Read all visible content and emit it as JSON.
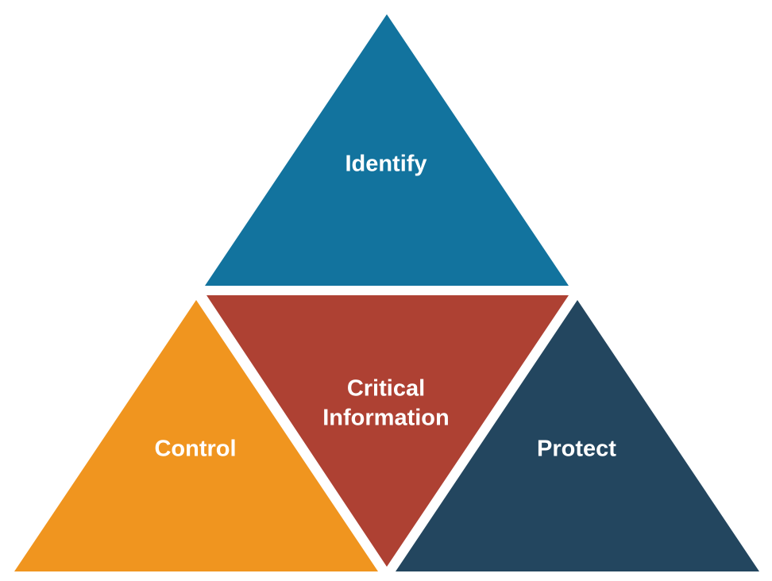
{
  "diagram": {
    "segments": {
      "identify": {
        "label": "Identify",
        "color": "#12739e"
      },
      "control": {
        "label": "Control",
        "color": "#f0951f"
      },
      "critical": {
        "line1": "Critical",
        "line2": "Information",
        "color": "#ae4133"
      },
      "protect": {
        "label": "Protect",
        "color": "#23465f"
      }
    },
    "background_color": "#ffffff"
  }
}
